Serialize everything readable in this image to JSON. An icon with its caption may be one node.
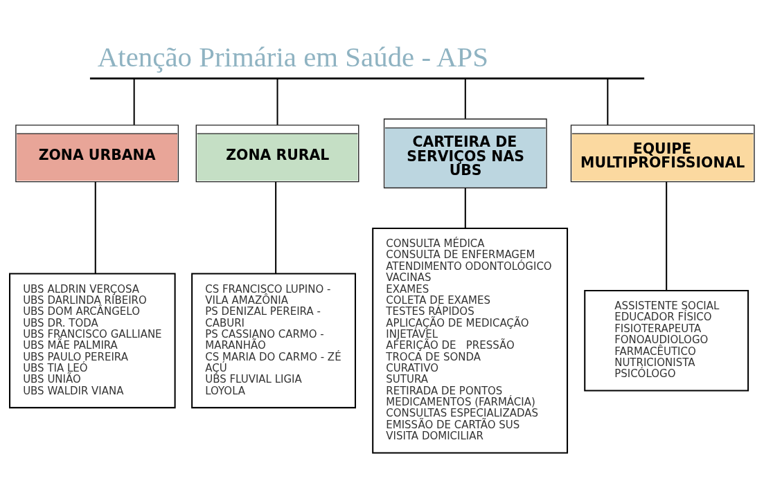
{
  "diagram": {
    "nodes": [
      {
        "text": [
          "Atenção Primária em Saúde - APS"
        ]
      },
      {
        "text": [
          "ZONA URBANA"
        ]
      },
      {
        "text": [
          "ZONA RURAL"
        ]
      },
      {
        "text": [
          "CARTEIRA DE SERVIÇOS NAS UBS"
        ]
      },
      {
        "text": [
          "EQUIPE MULTIPROFISSIONAL"
        ]
      },
      {
        "text": [
          "UBS ALDRIN VERÇOSA",
          "UBS DARLINDA RIBEIRO",
          "UBS DOM ARCÂNGELO",
          "UBS DR. TODA",
          "UBS FRANCISCO GALLIANE",
          "UBS MÃE PALMIRA",
          "UBS PAULO PEREIRA",
          "UBS TIA LEÓ",
          "UBS UNIÃO",
          "UBS WALDIR VIANA"
        ]
      },
      {
        "text": [
          "CS FRANCISCO LUPINO - VILA AMAZÔNIA",
          "PS DENIZAL PEREIRA - CABURI",
          "PS CASSIANO CARMO - MARANHÃO",
          "CS MARIA DO CARMO - ZÉ AÇÚ",
          "UBS FLUVIAL LIGIA LOYOLA"
        ]
      },
      {
        "text": [
          "CONSULTA MÉDICA",
          "CONSULTA DE ENFERMAGEM",
          "ATENDIMENTO ODONTOLÓGICO",
          "VACINAS",
          "EXAMES",
          "COLETA DE EXAMES",
          "TESTES RÁPIDOS",
          "APLICAÇÃO DE MEDICAÇÃO INJETÁVEL",
          "AFERIÇÃO DE   PRESSÃO",
          "TROCA DE SONDA",
          "CURATIVO",
          "SUTURA",
          "RETIRADA DE PONTOS",
          "MEDICAMENTOS (FARMÁCIA)",
          "CONSULTAS ESPECIALIZADAS",
          "EMISSÃO DE CARTÃO SUS",
          "VISITA DOMICILIAR"
        ]
      },
      {
        "text": [
          "ASSISTENTE SOCIAL",
          "EDUCADOR FÍSICO",
          "FISIOTERAPEUTA",
          "FONOAUDIOLOGO",
          "FARMACÊUTICO",
          "NUTRICIONISTA",
          "PSICÓLOGO"
        ]
      }
    ],
    "edges": [
      {
        "from": 0,
        "to": 1,
        "arrow": "none"
      },
      {
        "from": 0,
        "to": 2,
        "arrow": "none"
      },
      {
        "from": 0,
        "to": 3,
        "arrow": "none"
      },
      {
        "from": 0,
        "to": 4,
        "arrow": "none"
      },
      {
        "from": 1,
        "to": 5,
        "arrow": "none"
      },
      {
        "from": 2,
        "to": 6,
        "arrow": "none"
      },
      {
        "from": 3,
        "to": 7,
        "arrow": "none"
      },
      {
        "from": 4,
        "to": 8,
        "arrow": "none"
      }
    ]
  }
}
